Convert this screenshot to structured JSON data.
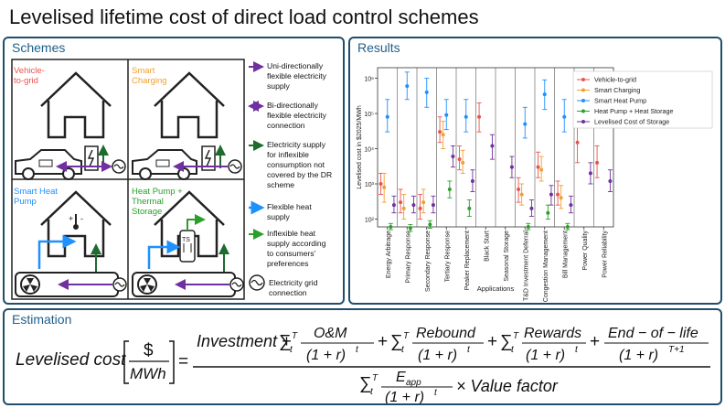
{
  "title": "Levelised lifetime cost of direct load control schemes",
  "schemes": {
    "heading": "Schemes",
    "quadrants": [
      {
        "label_lines": [
          "Vehicle-",
          "to-grid"
        ],
        "color": "#e8554e"
      },
      {
        "label_lines": [
          "Smart",
          "Charging"
        ],
        "color": "#f0a030"
      },
      {
        "label_lines": [
          "Smart Heat",
          "Pump"
        ],
        "color": "#1e90ff"
      },
      {
        "label_lines": [
          "Heat Pump +",
          "Thermal",
          "Storage"
        ],
        "color": "#2aa02a"
      }
    ],
    "legend": [
      {
        "icon": "purple-right-arrow-icon",
        "color": "#7030a0",
        "lines": [
          "Uni-directionally",
          "flexible electricity",
          "supply"
        ]
      },
      {
        "icon": "purple-double-arrow-icon",
        "color": "#7030a0",
        "lines": [
          "Bi-directionally",
          "flexible electricity",
          "connection"
        ]
      },
      {
        "icon": "green-right-arrow-icon",
        "color": "#1e6b2e",
        "lines": [
          "Electricity supply",
          "for inflexible",
          "consumption not",
          "covered by the DR",
          "scheme"
        ]
      },
      {
        "icon": "blue-right-arrow-icon",
        "color": "#1e90ff",
        "lines": [
          "Flexible heat",
          "supply"
        ]
      },
      {
        "icon": "green-right-arrow-icon",
        "color": "#2aa02a",
        "lines": [
          "Inflexible heat",
          "supply according",
          "to consumers'",
          "preferences"
        ]
      },
      {
        "icon": "grid-connection-icon",
        "color": "#111111",
        "lines": [
          "Electricity grid",
          "connection"
        ]
      }
    ],
    "ts_label": "TS"
  },
  "results": {
    "heading": "Results",
    "chart_data": {
      "type": "scatter",
      "ylabel": "Levelised cost in $2025/MWh",
      "xlabel": "Applications",
      "yscale": "log",
      "ylim": [
        60,
        2000000
      ],
      "ytick_labels": [
        "10²",
        "10³",
        "10⁴",
        "10⁵",
        "10⁶"
      ],
      "ytick_values": [
        100,
        1000,
        10000,
        100000,
        1000000
      ],
      "categories": [
        "Energy Arbitrage",
        "Primary Response",
        "Secondary Response",
        "Tertiary Response",
        "Peaker Replacement",
        "Black Start",
        "Seasonal Storage",
        "T&D Investment Deferral",
        "Congestion Management",
        "Bill Management",
        "Power Quality",
        "Power Reliability"
      ],
      "series": [
        {
          "name": "Vehicle-to-grid",
          "color": "#e8554e",
          "points": [
            {
              "cat": 0,
              "y": 1000,
              "lo": 500,
              "hi": 2000
            },
            {
              "cat": 1,
              "y": 300,
              "lo": 150,
              "hi": 700
            },
            {
              "cat": 2,
              "y": 200,
              "lo": 100,
              "hi": 500
            },
            {
              "cat": 3,
              "y": 30000,
              "lo": 15000,
              "hi": 80000
            },
            {
              "cat": 4,
              "y": 5000,
              "lo": 2500,
              "hi": 12000
            },
            {
              "cat": 5,
              "y": 80000,
              "lo": 30000,
              "hi": 200000
            },
            {
              "cat": 7,
              "y": 700,
              "lo": 300,
              "hi": 1500
            },
            {
              "cat": 8,
              "y": 3000,
              "lo": 1500,
              "hi": 8000
            },
            {
              "cat": 9,
              "y": 500,
              "lo": 250,
              "hi": 1200
            },
            {
              "cat": 10,
              "y": 15000,
              "lo": 4000,
              "hi": 60000
            },
            {
              "cat": 11,
              "y": 4000,
              "lo": 1500,
              "hi": 12000
            }
          ]
        },
        {
          "name": "Smart Charging",
          "color": "#f0a030",
          "points": [
            {
              "cat": 0,
              "y": 800,
              "lo": 300,
              "hi": 2000
            },
            {
              "cat": 1,
              "y": 200,
              "lo": 100,
              "hi": 500
            },
            {
              "cat": 2,
              "y": 300,
              "lo": 150,
              "hi": 700
            },
            {
              "cat": 3,
              "y": 25000,
              "lo": 10000,
              "hi": 60000
            },
            {
              "cat": 4,
              "y": 4000,
              "lo": 2000,
              "hi": 9000
            },
            {
              "cat": 7,
              "y": 500,
              "lo": 250,
              "hi": 1000
            },
            {
              "cat": 8,
              "y": 2500,
              "lo": 1200,
              "hi": 6000
            },
            {
              "cat": 9,
              "y": 400,
              "lo": 200,
              "hi": 900
            }
          ]
        },
        {
          "name": "Smart Heat Pump",
          "color": "#1e90ff",
          "points": [
            {
              "cat": 0,
              "y": 80000,
              "lo": 30000,
              "hi": 250000
            },
            {
              "cat": 1,
              "y": 600000,
              "lo": 250000,
              "hi": 1500000
            },
            {
              "cat": 2,
              "y": 400000,
              "lo": 150000,
              "hi": 1000000
            },
            {
              "cat": 3,
              "y": 90000,
              "lo": 35000,
              "hi": 250000
            },
            {
              "cat": 4,
              "y": 80000,
              "lo": 30000,
              "hi": 250000
            },
            {
              "cat": 7,
              "y": 50000,
              "lo": 20000,
              "hi": 150000
            },
            {
              "cat": 8,
              "y": 350000,
              "lo": 130000,
              "hi": 900000
            },
            {
              "cat": 9,
              "y": 80000,
              "lo": 30000,
              "hi": 250000
            }
          ]
        },
        {
          "name": "Heat Pump + Heat Storage",
          "color": "#2aa02a",
          "points": [
            {
              "cat": 0,
              "y": 60,
              "lo": 50,
              "hi": 75
            },
            {
              "cat": 1,
              "y": 55,
              "lo": 45,
              "hi": 70
            },
            {
              "cat": 2,
              "y": 70,
              "lo": 55,
              "hi": 90
            },
            {
              "cat": 3,
              "y": 700,
              "lo": 400,
              "hi": 1200
            },
            {
              "cat": 4,
              "y": 200,
              "lo": 120,
              "hi": 350
            },
            {
              "cat": 7,
              "y": 60,
              "lo": 50,
              "hi": 75
            },
            {
              "cat": 8,
              "y": 150,
              "lo": 100,
              "hi": 250
            },
            {
              "cat": 9,
              "y": 60,
              "lo": 50,
              "hi": 75
            }
          ]
        },
        {
          "name": "Levelised Cost of Storage",
          "color": "#7030a0",
          "points": [
            {
              "cat": 0,
              "y": 250,
              "lo": 150,
              "hi": 450
            },
            {
              "cat": 1,
              "y": 250,
              "lo": 150,
              "hi": 450
            },
            {
              "cat": 2,
              "y": 250,
              "lo": 150,
              "hi": 450
            },
            {
              "cat": 3,
              "y": 6000,
              "lo": 3000,
              "hi": 12000
            },
            {
              "cat": 4,
              "y": 1200,
              "lo": 600,
              "hi": 2500
            },
            {
              "cat": 5,
              "y": 12000,
              "lo": 5000,
              "hi": 25000
            },
            {
              "cat": 6,
              "y": 3000,
              "lo": 1500,
              "hi": 6000
            },
            {
              "cat": 7,
              "y": 200,
              "lo": 120,
              "hi": 350
            },
            {
              "cat": 8,
              "y": 500,
              "lo": 250,
              "hi": 900
            },
            {
              "cat": 9,
              "y": 250,
              "lo": 150,
              "hi": 450
            },
            {
              "cat": 10,
              "y": 2000,
              "lo": 1000,
              "hi": 4000
            },
            {
              "cat": 11,
              "y": 1200,
              "lo": 600,
              "hi": 2500
            }
          ]
        }
      ]
    }
  },
  "estimation": {
    "heading": "Estimation",
    "lhs": "Levelised cost",
    "unit_top": "$",
    "unit_bottom": "MWh",
    "equals": "=",
    "numerator": {
      "t1": "Investment + ",
      "t2_frac_top": "O&M",
      "t2_frac_bot": "(1 + r)",
      "t3_frac_top": "Rebound",
      "t3_frac_bot": "(1 + r)",
      "t4_frac_top": "Rewards",
      "t4_frac_bot": "(1 + r)",
      "t5_frac_top": "End − of − life",
      "t5_frac_bot": "(1 + r)",
      "plus": "+",
      "sum": "∑",
      "sub_t": "t",
      "sup_T": "T",
      "sup_t": "t",
      "sup_T1": "T+1"
    },
    "denominator": {
      "frac_top": "E",
      "frac_top_sub": "app",
      "frac_bot": "(1 + r)",
      "tail": "× Value factor"
    }
  }
}
